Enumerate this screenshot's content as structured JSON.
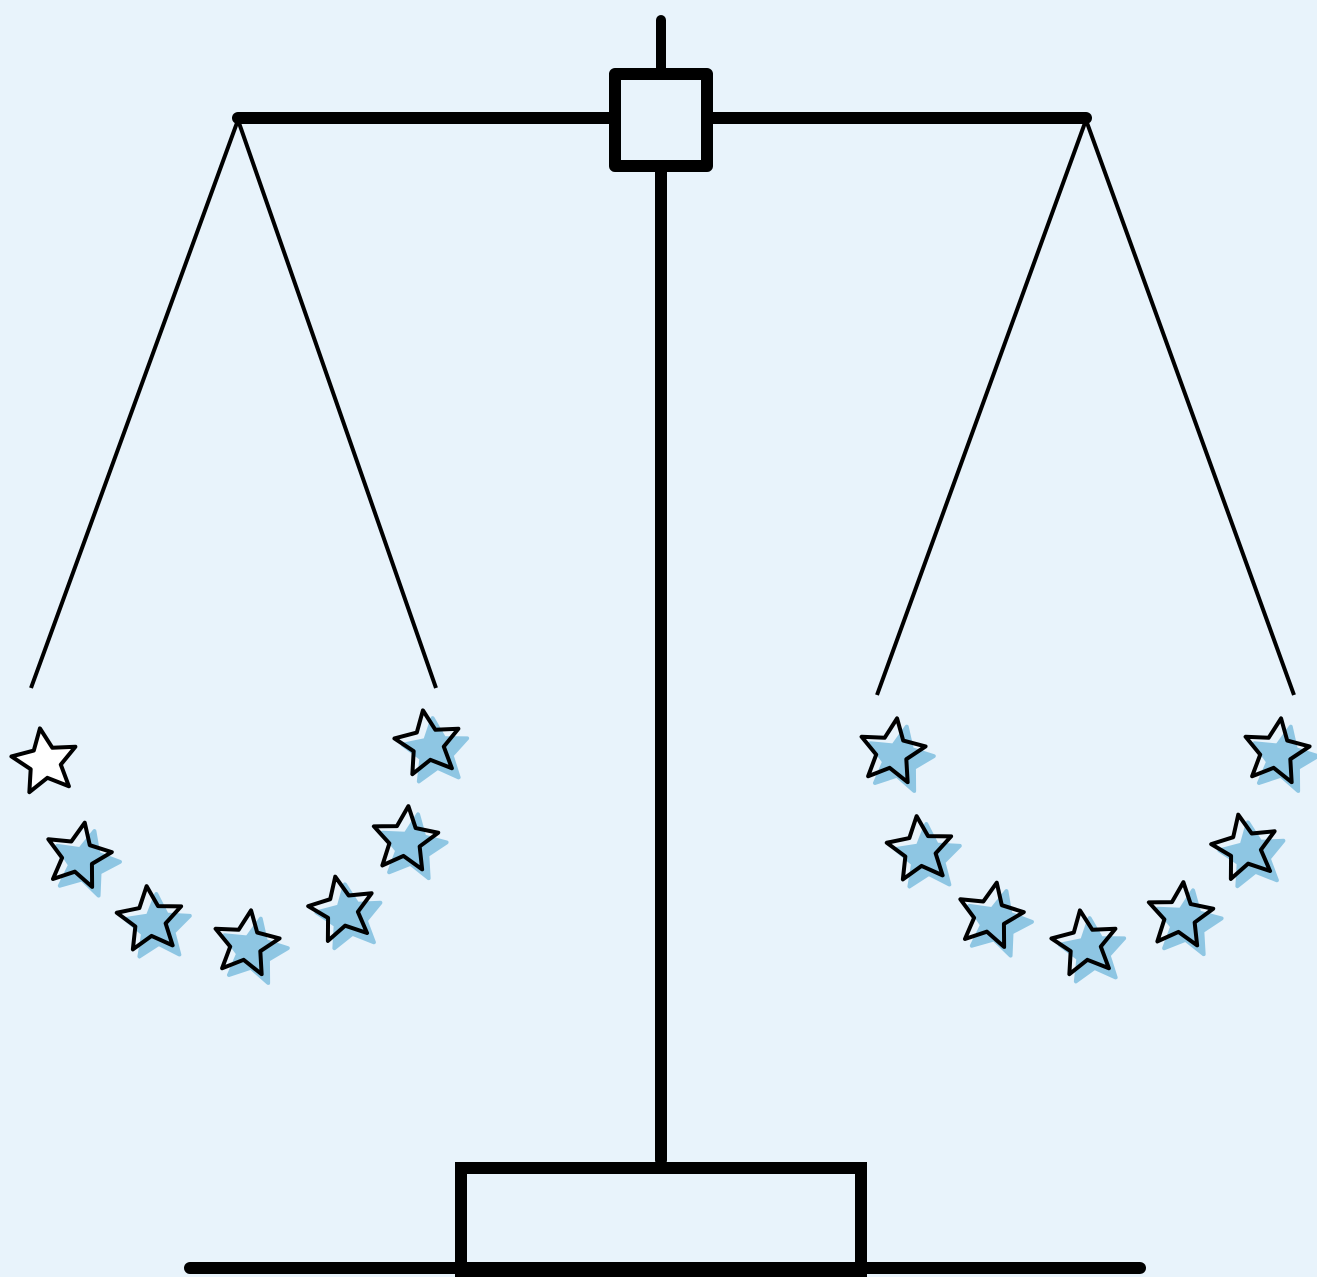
{
  "colors": {
    "background": "#e8f3fb",
    "stroke": "#000000",
    "star_fill": "#8ec6e3",
    "star_outline_fill": "#ffffff"
  },
  "icons": {
    "star": "star-icon"
  },
  "scale": {
    "left_pan": {
      "stars_total": 7,
      "stars_filled": 6,
      "stars": [
        {
          "filled": false
        },
        {
          "filled": true
        },
        {
          "filled": true
        },
        {
          "filled": true
        },
        {
          "filled": true
        },
        {
          "filled": true
        },
        {
          "filled": true
        }
      ]
    },
    "right_pan": {
      "stars_total": 7,
      "stars_filled": 7,
      "stars": [
        {
          "filled": true
        },
        {
          "filled": true
        },
        {
          "filled": true
        },
        {
          "filled": true
        },
        {
          "filled": true
        },
        {
          "filled": true
        },
        {
          "filled": true
        }
      ]
    }
  }
}
